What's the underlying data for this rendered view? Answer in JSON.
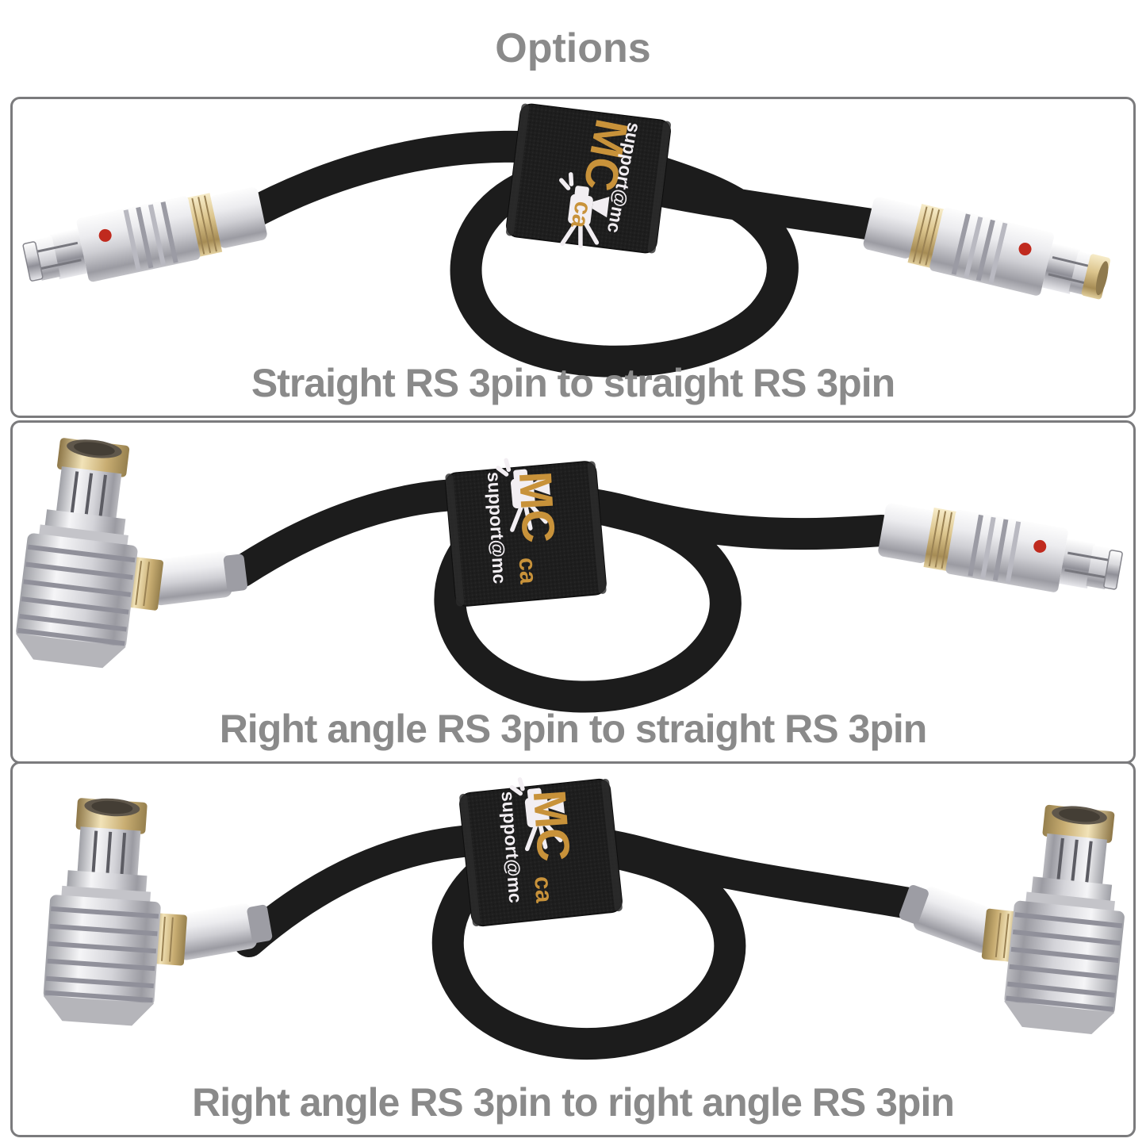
{
  "title": "Options",
  "panels": [
    {
      "caption": "Straight RS 3pin to straight RS 3pin",
      "left_connector": "straight RS 3pin",
      "right_connector": "straight RS 3pin"
    },
    {
      "caption": "Right angle RS 3pin to straight RS 3pin",
      "left_connector": "right angle RS 3pin",
      "right_connector": "straight RS 3pin"
    },
    {
      "caption": "Right angle RS 3pin to right angle RS 3pin",
      "left_connector": "right angle RS 3pin",
      "right_connector": "right angle RS 3pin"
    }
  ],
  "strap": {
    "brand": "MC",
    "brand_suffix": "ca",
    "support_text": "support@mc",
    "logo_icon": "camera-tripod-icon"
  },
  "colors": {
    "title_gray": "#8a8a8a",
    "caption_gray": "#8a8a8a",
    "panel_border": "#7b7b7d",
    "cable_black": "#1c1c1c",
    "strap_black": "#1f1f1f",
    "brand_gold": "#c8923a",
    "support_white": "#f2eef2",
    "red_dot": "#c02a1e",
    "connector_silver": "#d6d6db",
    "connector_brass": "#d8c08a"
  }
}
